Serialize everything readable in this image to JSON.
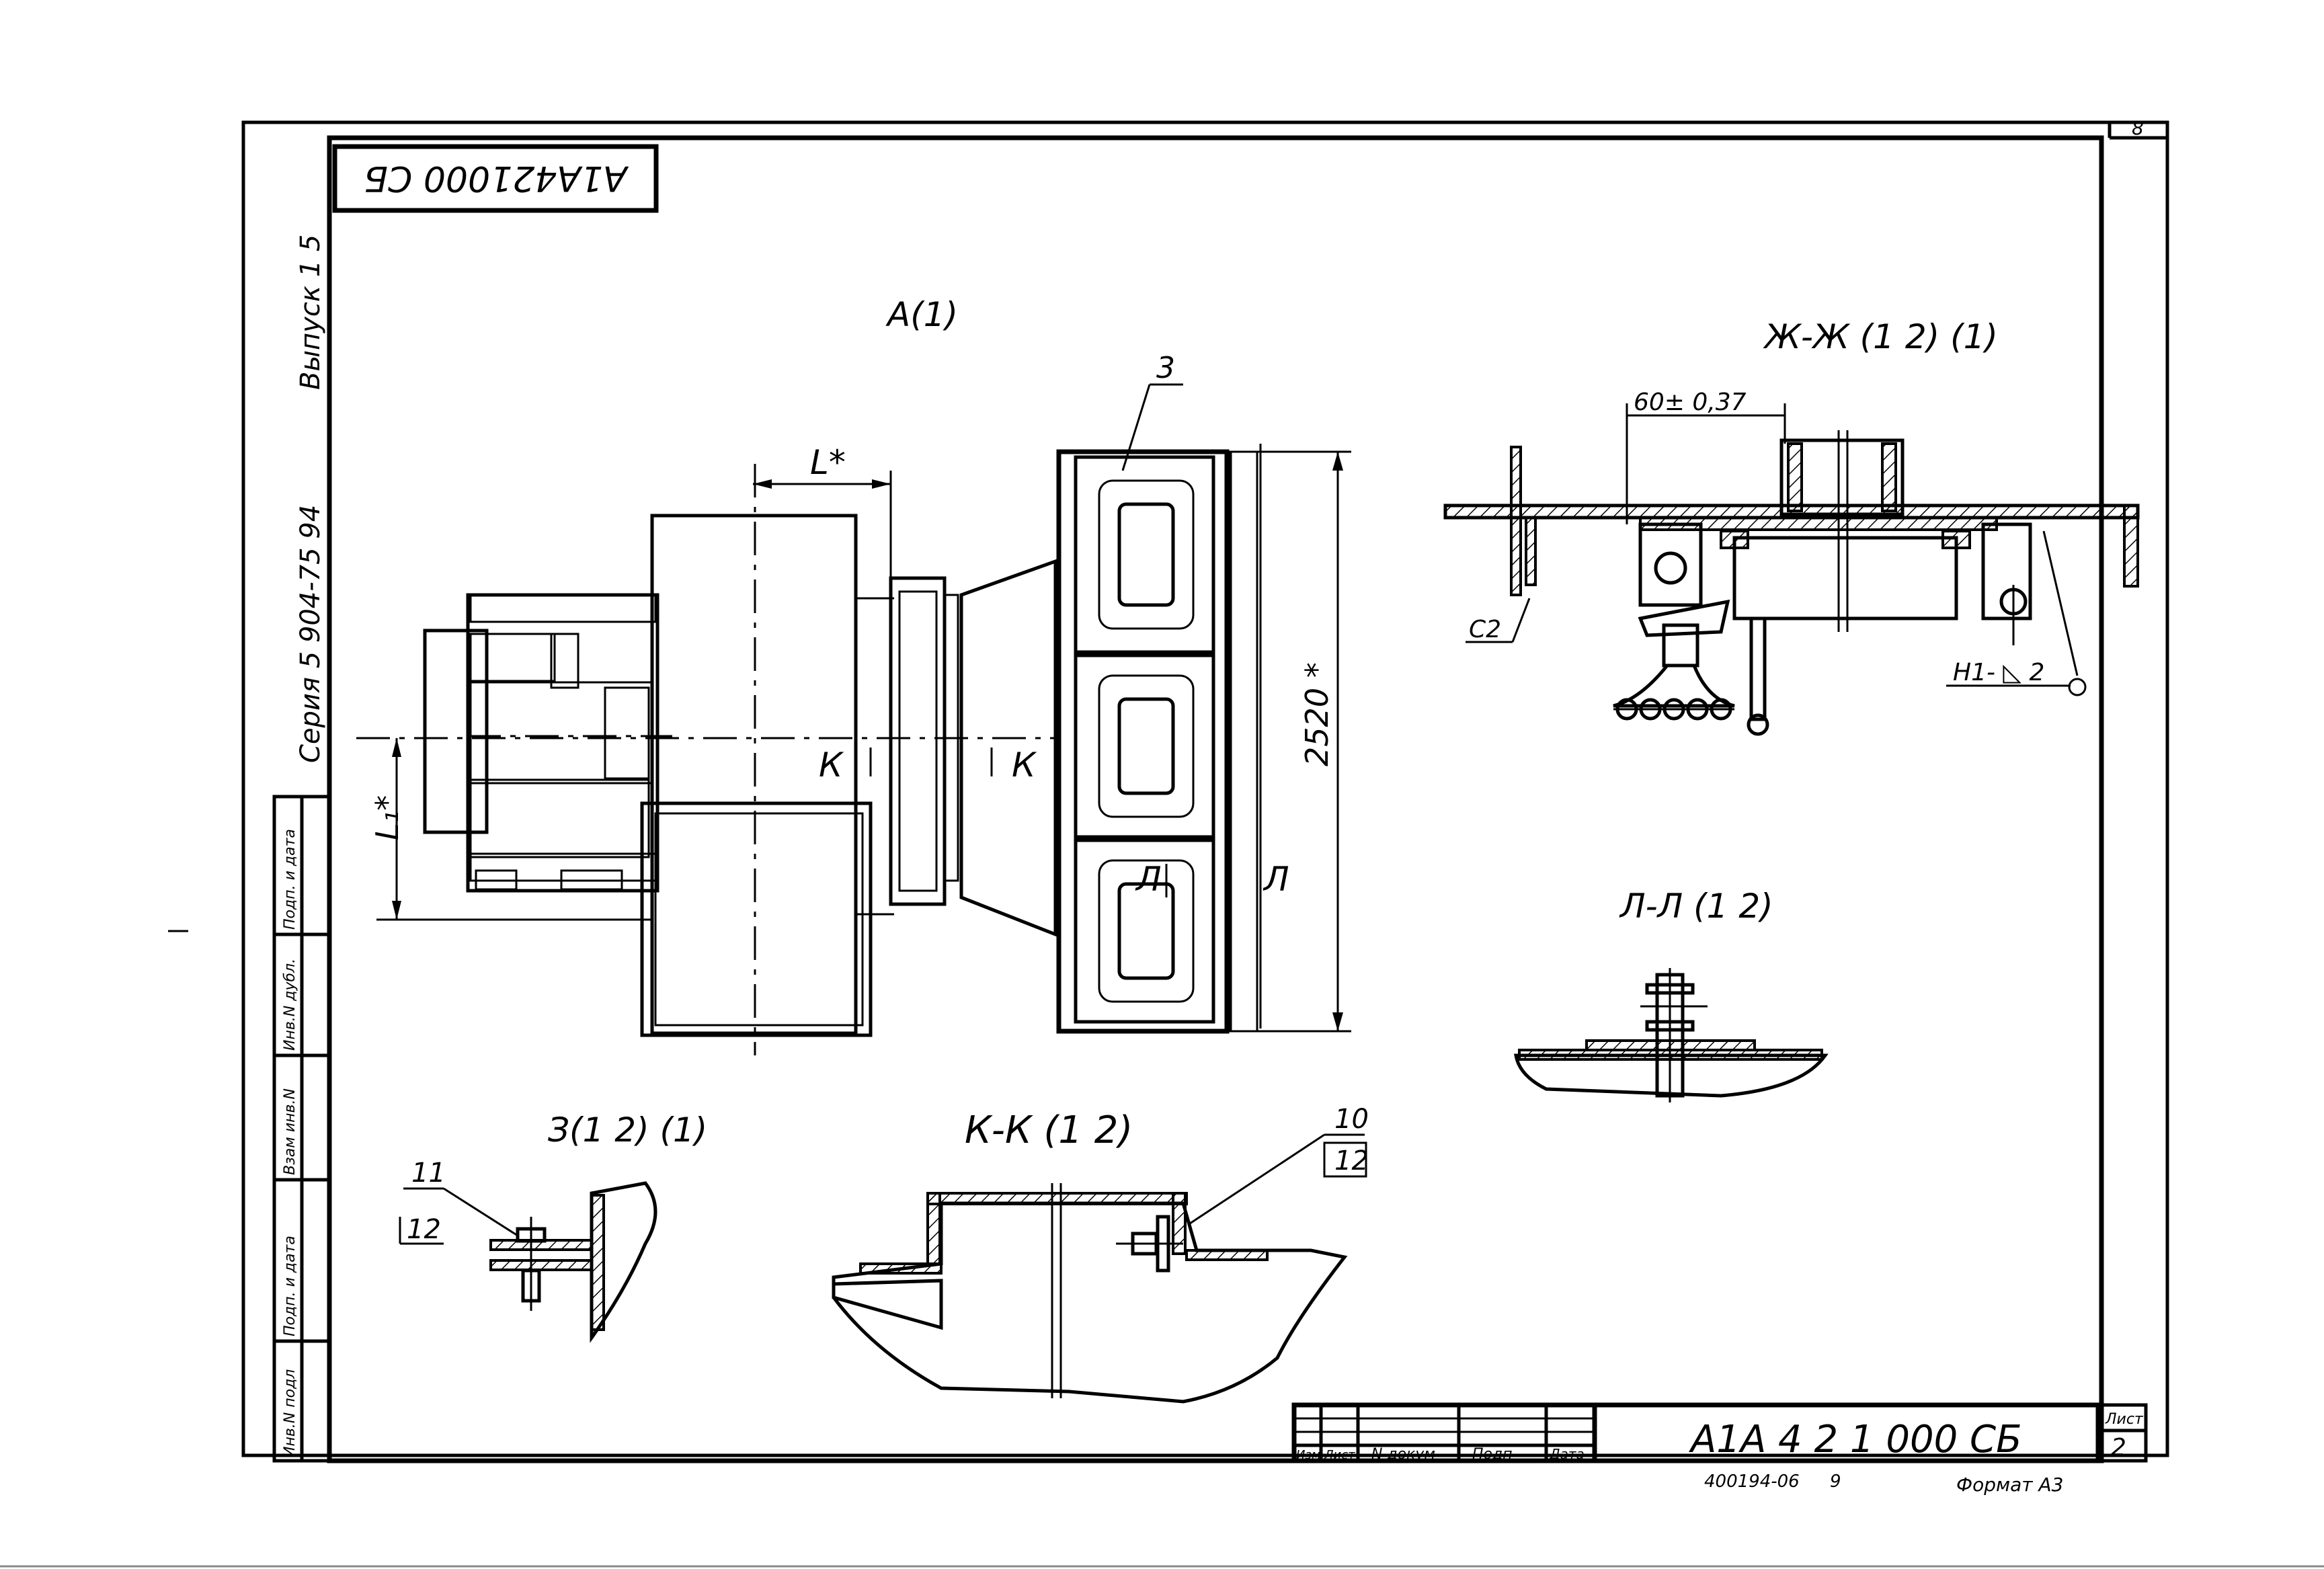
{
  "page_no": "8",
  "stamp_top": "А1А421000 СБ",
  "side": {
    "issue": "Выпуск 1 5",
    "series": "Серия 5 904-75 94",
    "inventory_cols": [
      "Инв.N подл",
      "Подп. и дата",
      "Взам инв.N",
      "Инв.N дубл.",
      "Подп. и дата"
    ]
  },
  "views": {
    "view_a": "А(1)",
    "section_zh": "Ж-Ж (1 2) (1)",
    "section_l": "Л-Л (1 2)",
    "view_z": "З(1 2) (1)",
    "section_k": "К-К (1 2)"
  },
  "dims": {
    "l_star": "L*",
    "l1_star": "L₁*",
    "height_2520": "2520 *",
    "d_60": "60± 0,37",
    "c2": "С2",
    "h1": "Н1- ◺ 2",
    "k_left": "К",
    "k_right": "К",
    "l_left": "Л",
    "l_right": "Л"
  },
  "callouts": {
    "p3": "3",
    "p10": "10",
    "p11": "11",
    "p12a": "12",
    "p12b": "12"
  },
  "title_block": {
    "code": "А1А 4 2 1 000 СБ",
    "sheet_label": "Лист",
    "sheet_no": "2",
    "cols": [
      "Изм",
      "Лист",
      "N докум",
      "Подп",
      "Дата"
    ],
    "bottom_code": "400194-06",
    "bottom_no": "9",
    "format": "Формат А3"
  }
}
